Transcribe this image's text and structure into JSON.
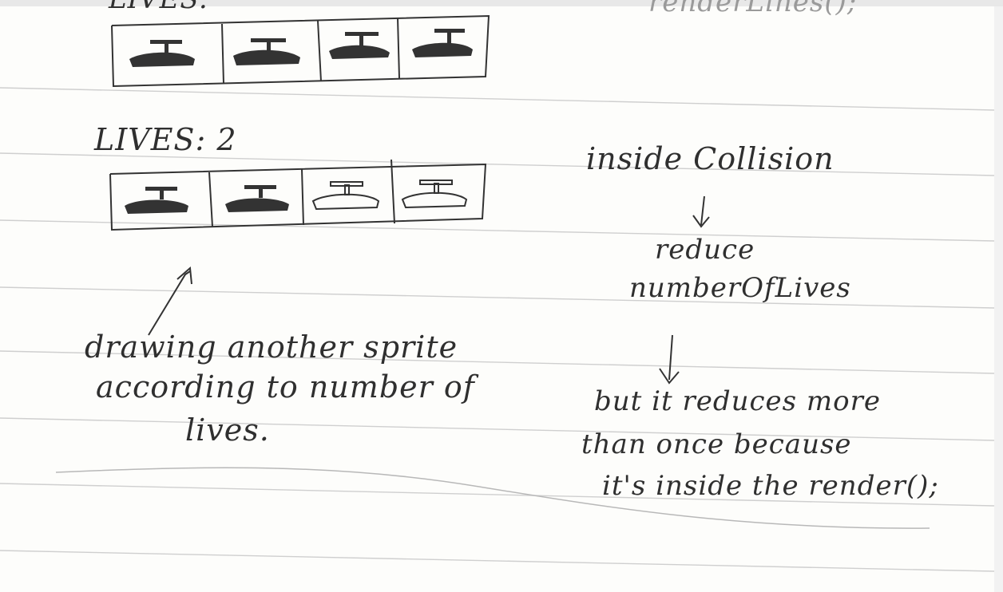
{
  "top_left_text": "LIVES:",
  "top_right_text": "renderLines();",
  "lives_label": "LIVES: 2",
  "top_row": {
    "sprites": [
      "helicopter-filled",
      "helicopter-filled",
      "helicopter-filled",
      "helicopter-filled"
    ]
  },
  "lives_row": {
    "sprites": [
      "helicopter-filled",
      "helicopter-filled",
      "helicopter-outline",
      "helicopter-outline"
    ]
  },
  "left_note": {
    "line1": "drawing another sprite",
    "line2": "according to number of",
    "line3": "lives."
  },
  "right_note": {
    "heading": "inside Collision",
    "step1_line1": "reduce",
    "step1_line2": "numberOfLives",
    "step2_line1": "but it reduces more",
    "step2_line2": "than once because",
    "step2_line3": "it's inside the render();"
  },
  "colors": {
    "ink": "#2f2f2f",
    "rule_line": "#c9c9c9",
    "paper": "#fdfdfb"
  }
}
